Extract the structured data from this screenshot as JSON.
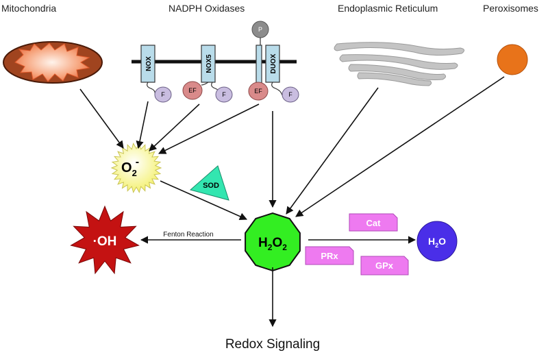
{
  "headers": {
    "mitochondria": "Mitochondria",
    "nadph_oxidases": "NADPH Oxidases",
    "er": "Endoplasmic Reticulum",
    "peroxisomes": "Peroxisomes"
  },
  "membrane_proteins": {
    "nox": "NOX",
    "nox5": "NOX5",
    "duox": "DUOX",
    "phospho": "P",
    "ef_label": "EF",
    "f_label": "F"
  },
  "species": {
    "superoxide_base": "O",
    "superoxide_sub": "2",
    "superoxide_sup": "-",
    "hydroxyl_dot": "·",
    "hydroxyl": "OH",
    "h2o2_h": "H",
    "h2o2_sub1": "2",
    "h2o2_o": "O",
    "h2o2_sub2": "2",
    "water_h": "H",
    "water_sub": "2",
    "water_o": "O"
  },
  "enzymes": {
    "sod": "SOD",
    "cat": "Cat",
    "prx": "PRx",
    "gpx": "GPx"
  },
  "labels": {
    "fenton": "Fenton Reaction",
    "redox": "Redox Signaling"
  },
  "colors": {
    "mito_fill": "#a0441f",
    "nox_membrane": "#111111",
    "tm_domain": "#b9dcea",
    "ef_fill": "#d98a8a",
    "f_fill": "#c9bde0",
    "phospho_fill": "#8c8c8c",
    "er_fill": "#c4c4c4",
    "peroxisome": "#e8731a",
    "superoxide": "#ffff99",
    "sod": "#33e6b0",
    "h2o2": "#33ee22",
    "hydroxyl": "#c41212",
    "enzyme_magenta": "#ee7af0",
    "water": "#4a2ee8"
  }
}
